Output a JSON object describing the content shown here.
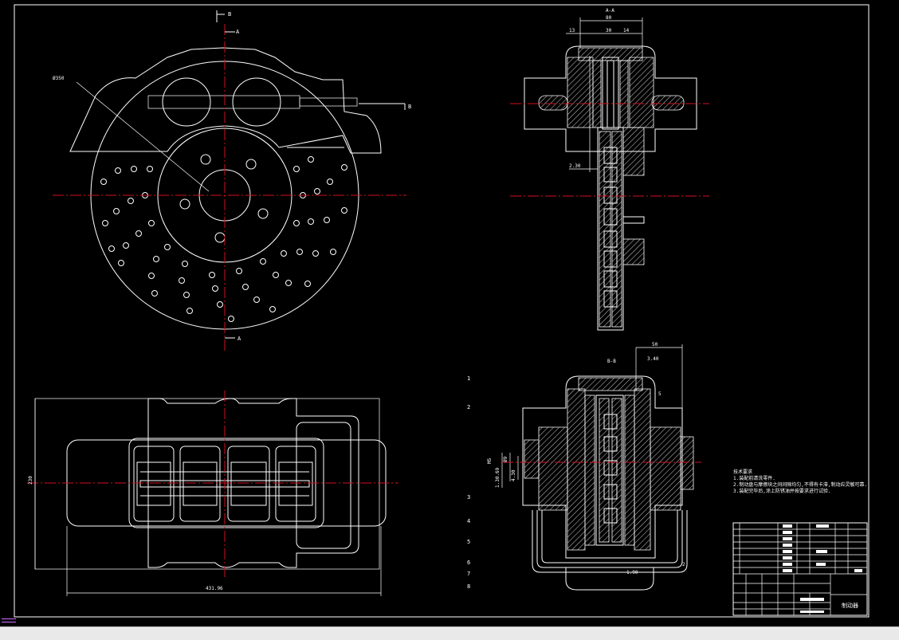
{
  "labels": {
    "section_b": "B",
    "section_b_right": "B",
    "section_a_top": "A",
    "section_a_bottom": "A",
    "dia_note": "Ø350",
    "view_aa": "A-A",
    "dim_80": "80",
    "dim_13": "13",
    "dim_30": "30",
    "dim_14": "14",
    "dim_2_30": "2.30",
    "view_bb": "B-B",
    "dim_50": "50",
    "dim_3_40": "3.40",
    "dim_5": "5",
    "dim_2": "2",
    "dim_1_90": "1.90",
    "dim_h230": "230",
    "dim_w431": "431.96",
    "dim_v1": "M5",
    "dim_v2": "Ø9",
    "dim_v3": "4.30",
    "dim_v4": "1.30.69"
  },
  "balloons": [
    "1",
    "2",
    "3",
    "4",
    "5",
    "6",
    "7",
    "8"
  ],
  "notes": {
    "heading": "技术要求",
    "line1": "1.装配前清洗零件.",
    "line2": "2.制动盘与摩擦块之间间隙均匀,不得有卡滞,制动应灵敏可靠.",
    "line3": "3.装配完毕后,涂上防锈油并按要求进行试验."
  },
  "title_block": {
    "name": "制动器"
  }
}
